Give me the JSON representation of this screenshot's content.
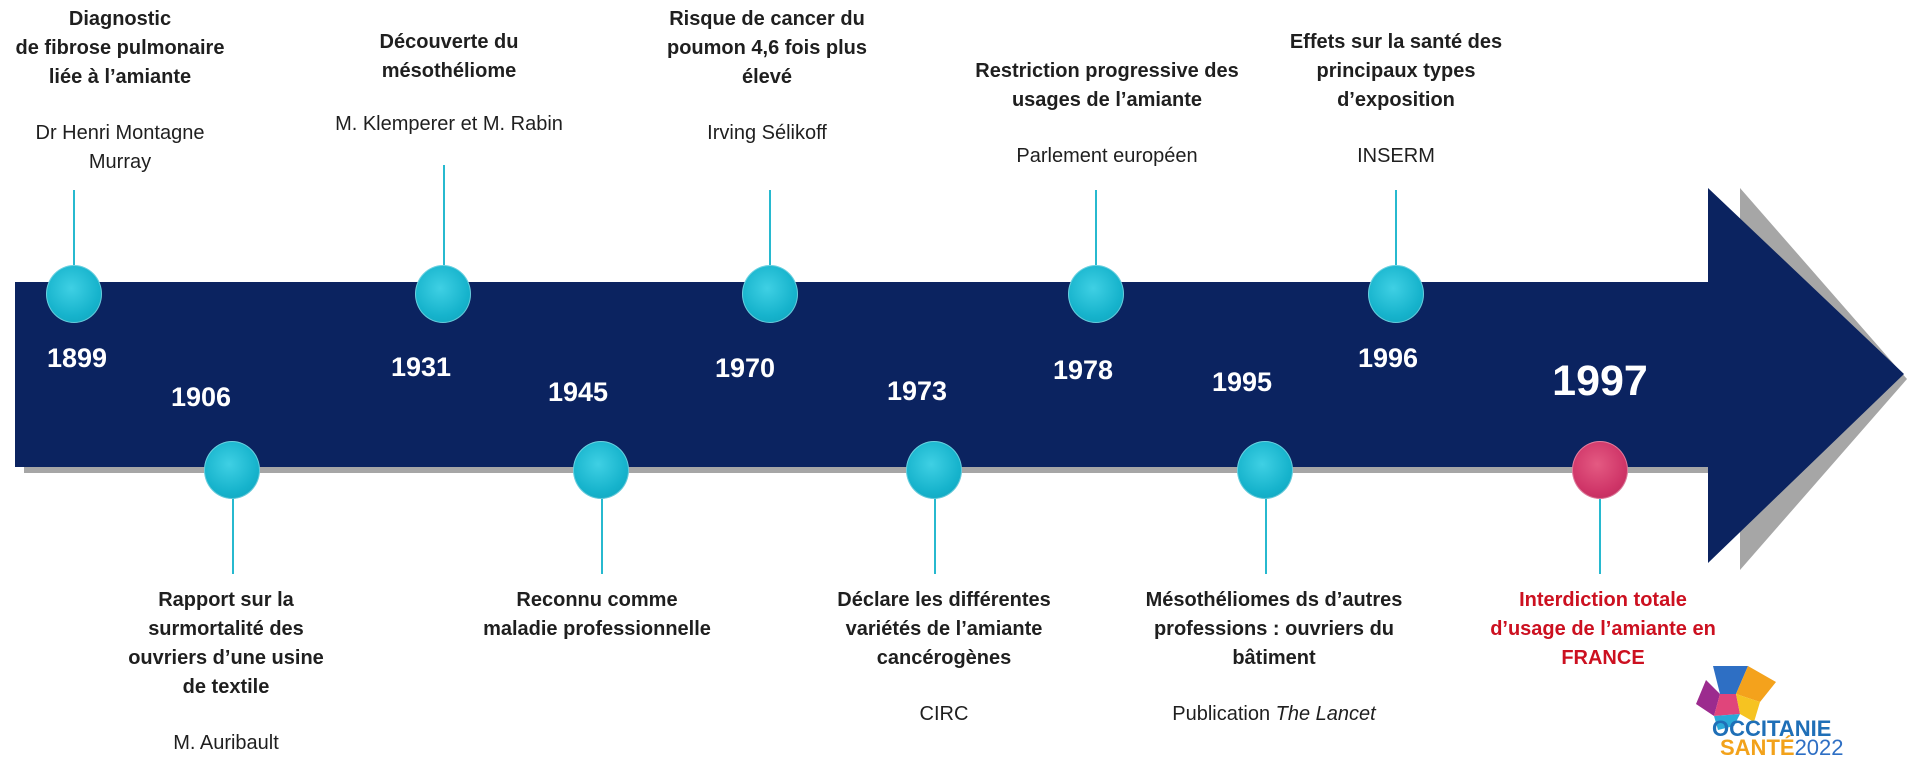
{
  "timeline": {
    "events": [
      {
        "year": "1899",
        "title": [
          "Diagnostic",
          "de fibrose pulmonaire",
          "liée à l’amiante"
        ],
        "author": [
          "Dr Henri Montagne",
          "Murray"
        ]
      },
      {
        "year": "1906",
        "title": [
          "Rapport sur la",
          "surmortalité des",
          "ouvriers d’une usine",
          "de textile"
        ],
        "author": [
          "M. Auribault"
        ]
      },
      {
        "year": "1931",
        "title": [
          "Découverte du",
          "mésothéliome"
        ],
        "author": [
          "M. Klemperer et M. Rabin"
        ]
      },
      {
        "year": "1945",
        "title": [
          "Reconnu comme",
          "maladie professionnelle"
        ],
        "author": []
      },
      {
        "year": "1970",
        "title": [
          "Risque de cancer du",
          "poumon 4,6 fois plus",
          "élevé"
        ],
        "author": [
          "Irving Sélikoff"
        ]
      },
      {
        "year": "1973",
        "title": [
          "Déclare les différentes",
          "variétés de l’amiante",
          "cancérogènes"
        ],
        "author": [
          "CIRC"
        ]
      },
      {
        "year": "1978",
        "title": [
          "Restriction progressive des",
          "usages de l’amiante"
        ],
        "author": [
          "Parlement européen"
        ]
      },
      {
        "year": "1995",
        "title": [
          "Mésothéliomes ds d’autres",
          "professions : ouvriers du",
          "bâtiment"
        ],
        "author_prefix": "Publication ",
        "author_italic": "The Lancet"
      },
      {
        "year": "1996",
        "title": [
          "Effets sur la santé des",
          "principaux types",
          "d’exposition"
        ],
        "author": [
          "INSERM"
        ]
      },
      {
        "year": "1997",
        "title": [
          "Interdiction totale",
          "d’usage de l’amiante en",
          "FRANCE"
        ],
        "author": []
      }
    ]
  },
  "logo": {
    "line1": "OCCITANIE",
    "line2_bold": "SANTÉ",
    "line2_year": "2022"
  },
  "colors": {
    "arrow": "#0b2360",
    "arrow_shadow": "#a6a6a6",
    "marker": "#16b3cc",
    "marker_final": "#cf3568",
    "final_text": "#cc1020"
  }
}
